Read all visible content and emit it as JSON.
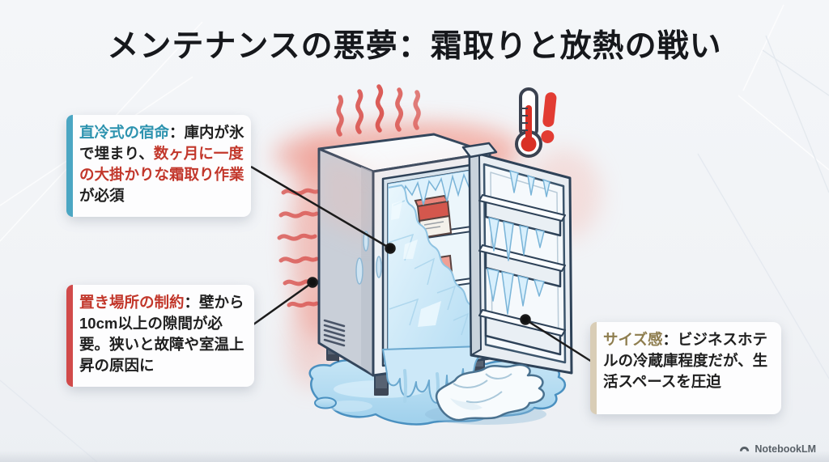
{
  "title": "メンテナンスの悪夢：霜取りと放熱の戦い",
  "callouts": {
    "defrost": {
      "accent_color": "#4ba6c3",
      "segments": [
        {
          "text": "直冷式の宿命",
          "color": "#2d93af"
        },
        {
          "text": "：庫内が氷で埋まり、",
          "color": "#1f1f1f"
        },
        {
          "text": "数ヶ月に一度の大掛かりな霜取り作業",
          "color": "#c2372b"
        },
        {
          "text": "が必須",
          "color": "#1f1f1f"
        }
      ]
    },
    "placement": {
      "accent_color": "#d14a4a",
      "segments": [
        {
          "text": "置き場所の制約",
          "color": "#c2372b"
        },
        {
          "text": "：壁から10cm以上の隙間が必要。狭いと故障や室温上昇の原因に",
          "color": "#1f1f1f"
        }
      ]
    },
    "size": {
      "accent_color": "#d9cdb6",
      "segments": [
        {
          "text": "サイズ感",
          "color": "#8e7d4e"
        },
        {
          "text": "：ビジネスホテルの冷蔵庫程度だが、生活スペースを圧迫",
          "color": "#1f1f1f"
        }
      ]
    }
  },
  "watermark": {
    "label": "NotebookLM"
  },
  "colors": {
    "background": "#f1f3f6",
    "title_text": "#16181c",
    "heat_wave": "#d9534f",
    "thermometer_red": "#d93025",
    "warning_red": "#e23c33",
    "ice_fill": "#cde8f8",
    "puddle_fill": "#aed6ee",
    "outline": "#2e4258",
    "callout_line": "#1b1b1b"
  }
}
